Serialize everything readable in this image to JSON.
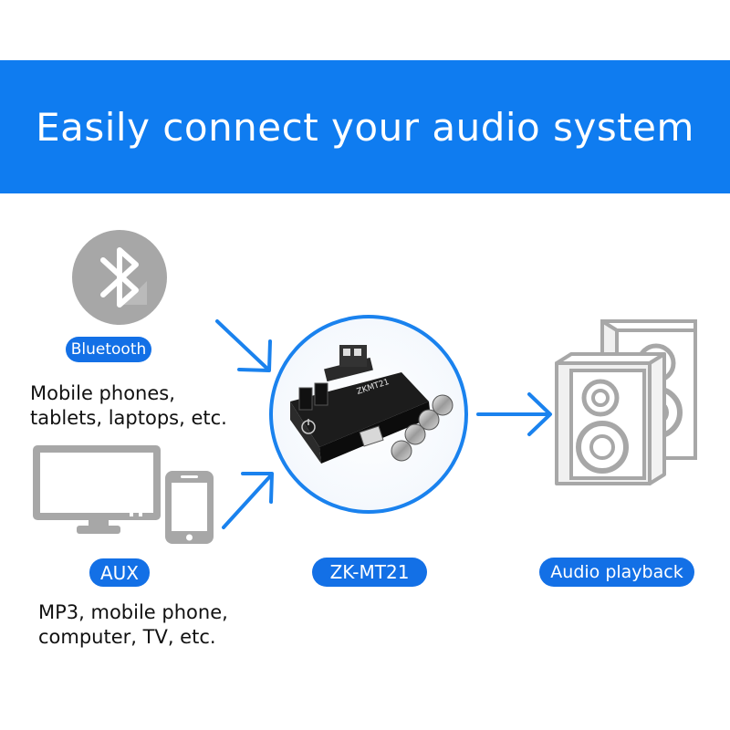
{
  "banner": {
    "title": "Easily connect your audio system"
  },
  "sources": [
    {
      "label": "Bluetooth",
      "caption_lines": [
        "Mobile phones,",
        "tablets, laptops, etc."
      ]
    },
    {
      "label": "AUX",
      "caption_lines": [
        "MP3, mobile phone,",
        "computer, TV, etc."
      ]
    }
  ],
  "device": {
    "label": "ZK-MT21",
    "board_text": "ZKMT21"
  },
  "output": {
    "label": "Audio playback"
  },
  "icons": [
    "bluetooth-icon",
    "monitor-icon",
    "phone-icon",
    "amplifier-board-image",
    "speaker-icon"
  ],
  "colors": {
    "banner": "#0f7cf0",
    "pill": "#1370e6",
    "arrow": "#1a82ee",
    "icon_gray": "#a7a7a7"
  }
}
